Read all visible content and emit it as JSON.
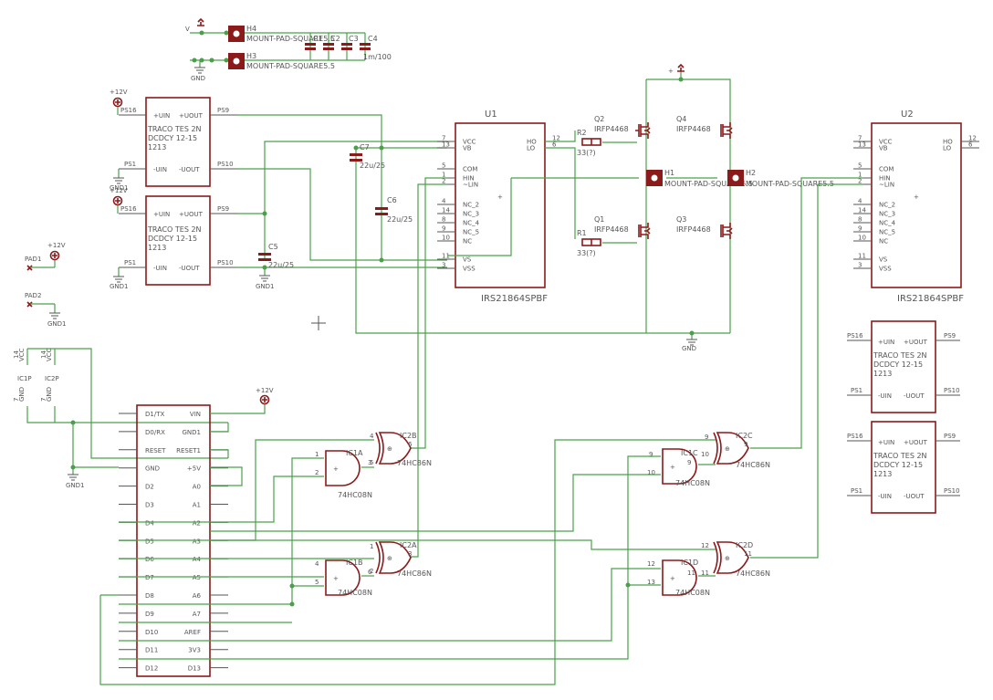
{
  "pads": {
    "h4": {
      "name": "H4",
      "value": "MOUNT-PAD-SQUARE5.5"
    },
    "h3": {
      "name": "H3",
      "value": "MOUNT-PAD-SQUARE5.5"
    },
    "h1": {
      "name": "H1",
      "value": "MOUNT-PAD-SQUARE5.5"
    },
    "h2": {
      "name": "H2",
      "value": "MOUNT-PAD-SQUARE5.5"
    },
    "pad1": "PAD1",
    "pad2": "PAD2"
  },
  "caps": {
    "c1": "C1",
    "c2": "C2",
    "c3": "C3",
    "c4": "C4",
    "c4_value": "1m/100",
    "c7": "C7",
    "c7_value": "22u/25",
    "c6": "C6",
    "c6_value": "22u/25",
    "c5": "C5",
    "c5_value": "22u/25"
  },
  "power": {
    "plus12": "+12V",
    "gnd": "GND",
    "gnd1": "GND1",
    "v": "V"
  },
  "dcdc": {
    "name1": "TRACO TES 2N",
    "name2": "DCDCY 12-15",
    "name3": "1213",
    "pin_vin_p": "+UIN",
    "pin_vout_p": "+UOUT",
    "pin_vin_n": "-UIN",
    "pin_vout_n": "-UOUT",
    "ps16": "PS16",
    "ps9": "PS9",
    "ps1": "PS1",
    "ps10": "PS10"
  },
  "driver": {
    "u1": "U1",
    "u2": "U2",
    "value": "IRS21864SPBF",
    "pins_left": [
      {
        "num": "7",
        "name": "VCC"
      },
      {
        "num": "13",
        "name": "VB"
      },
      {
        "num": "5",
        "name": "COM"
      },
      {
        "num": "1",
        "name": "HIN"
      },
      {
        "num": "2",
        "name": "~LIN"
      },
      {
        "num": "4",
        "name": "NC_2"
      },
      {
        "num": "14",
        "name": "NC_3"
      },
      {
        "num": "8",
        "name": "NC_4"
      },
      {
        "num": "9",
        "name": "NC_5"
      },
      {
        "num": "10",
        "name": "NC"
      },
      {
        "num": "11",
        "name": "VS"
      },
      {
        "num": "3",
        "name": "VSS"
      }
    ],
    "pins_right": [
      {
        "num": "12",
        "name": "HO"
      },
      {
        "num": "6",
        "name": "LO"
      }
    ]
  },
  "mosfets": {
    "q1": "Q1",
    "q2": "Q2",
    "q3": "Q3",
    "q4": "Q4",
    "value": "IRFP4468"
  },
  "resistors": {
    "r1": "R1",
    "r2": "R2",
    "value": "33(?)"
  },
  "arduino": {
    "left_pins": [
      "D1/TX",
      "D0/RX",
      "RESET",
      "GND",
      "D2",
      "D3",
      "D4",
      "D5",
      "D6",
      "D7",
      "D8",
      "D9",
      "D10",
      "D11",
      "D12"
    ],
    "right_pins": [
      "VIN",
      "GND1",
      "RESET1",
      "+5V",
      "A0",
      "A1",
      "A2",
      "A3",
      "A4",
      "A5",
      "A6",
      "A7",
      "AREF",
      "3V3",
      "D13"
    ]
  },
  "ic_power": {
    "ic1p": "IC1P",
    "ic2p": "IC2P",
    "vcc": "VCC",
    "gnd": "GND",
    "pin14": "14",
    "pin7": "7"
  },
  "gates": {
    "and_value": "74HC08N",
    "xor_value": "74HC86N",
    "ic1a": "IC1A",
    "ic1b": "IC1B",
    "ic1c": "IC1C",
    "ic1d": "IC1D",
    "ic2a": "IC2A",
    "ic2b": "IC2B",
    "ic2c": "IC2C",
    "ic2d": "IC2D"
  }
}
